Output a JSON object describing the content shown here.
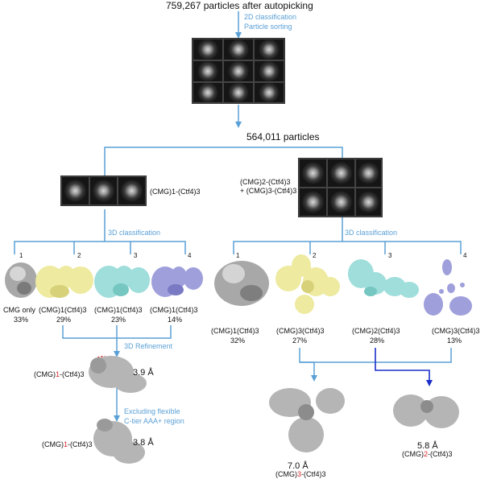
{
  "top_title": "759,267 particles after autopicking",
  "step1": {
    "line1": "2D classification",
    "line2": "Particle sorting"
  },
  "mid_title": "564,011 particles",
  "left_group": {
    "label": "(CMG)1-(Ctf4)3"
  },
  "right_group": {
    "line1": "(CMG)2-(Ctf4)3",
    "line2": "+ (CMG)3-(Ctf4)3"
  },
  "left_3d": "3D classification",
  "right_3d": "3D classification",
  "left_classes": [
    {
      "n": "1",
      "name": "CMG only",
      "pct": "33%"
    },
    {
      "n": "2",
      "name": "(CMG)1(Ctf4)3",
      "pct": "29%"
    },
    {
      "n": "3",
      "name": "(CMG)1(Ctf4)3",
      "pct": "23%"
    },
    {
      "n": "4",
      "name": "(CMG)1(Ctf4)3",
      "pct": "14%"
    }
  ],
  "right_classes": [
    {
      "n": "1",
      "name": "(CMG)1(Ctf4)3",
      "pct": "32%"
    },
    {
      "n": "2",
      "name": "(CMG)3(Ctf4)3",
      "pct": "27%"
    },
    {
      "n": "3",
      "name": "(CMG)2(Ctf4)3",
      "pct": "28%"
    },
    {
      "n": "4",
      "name": "(CMG)3(Ctf4)3",
      "pct": "13%"
    }
  ],
  "refine": "3D Refinement",
  "map1": {
    "pre": "(CMG)",
    "num": "1",
    "post": "-(Ctf4)3",
    "res": "3.9 Å"
  },
  "exclude": {
    "line1": "Excluding flexible",
    "line2": "C-tier AAA+ region"
  },
  "map2": {
    "pre": "(CMG)",
    "num": "1",
    "post": "-(Ctf4)3",
    "res": "3.8 Å"
  },
  "map3": {
    "res": "7.0 Å",
    "pre": "(CMG)",
    "num": "3",
    "post": "-(Ctf4)3"
  },
  "map4": {
    "res": "5.8 Å",
    "pre": "(CMG)",
    "num": "2",
    "post": "-(Ctf4)3"
  },
  "colors": {
    "arrow": "#5aa0d6",
    "dark_arrow": "#1a2fc9",
    "yellow": "#eeeaa0",
    "cyan": "#9fdedb",
    "purple": "#9f9fdc",
    "gray": "#a8a8a8"
  }
}
